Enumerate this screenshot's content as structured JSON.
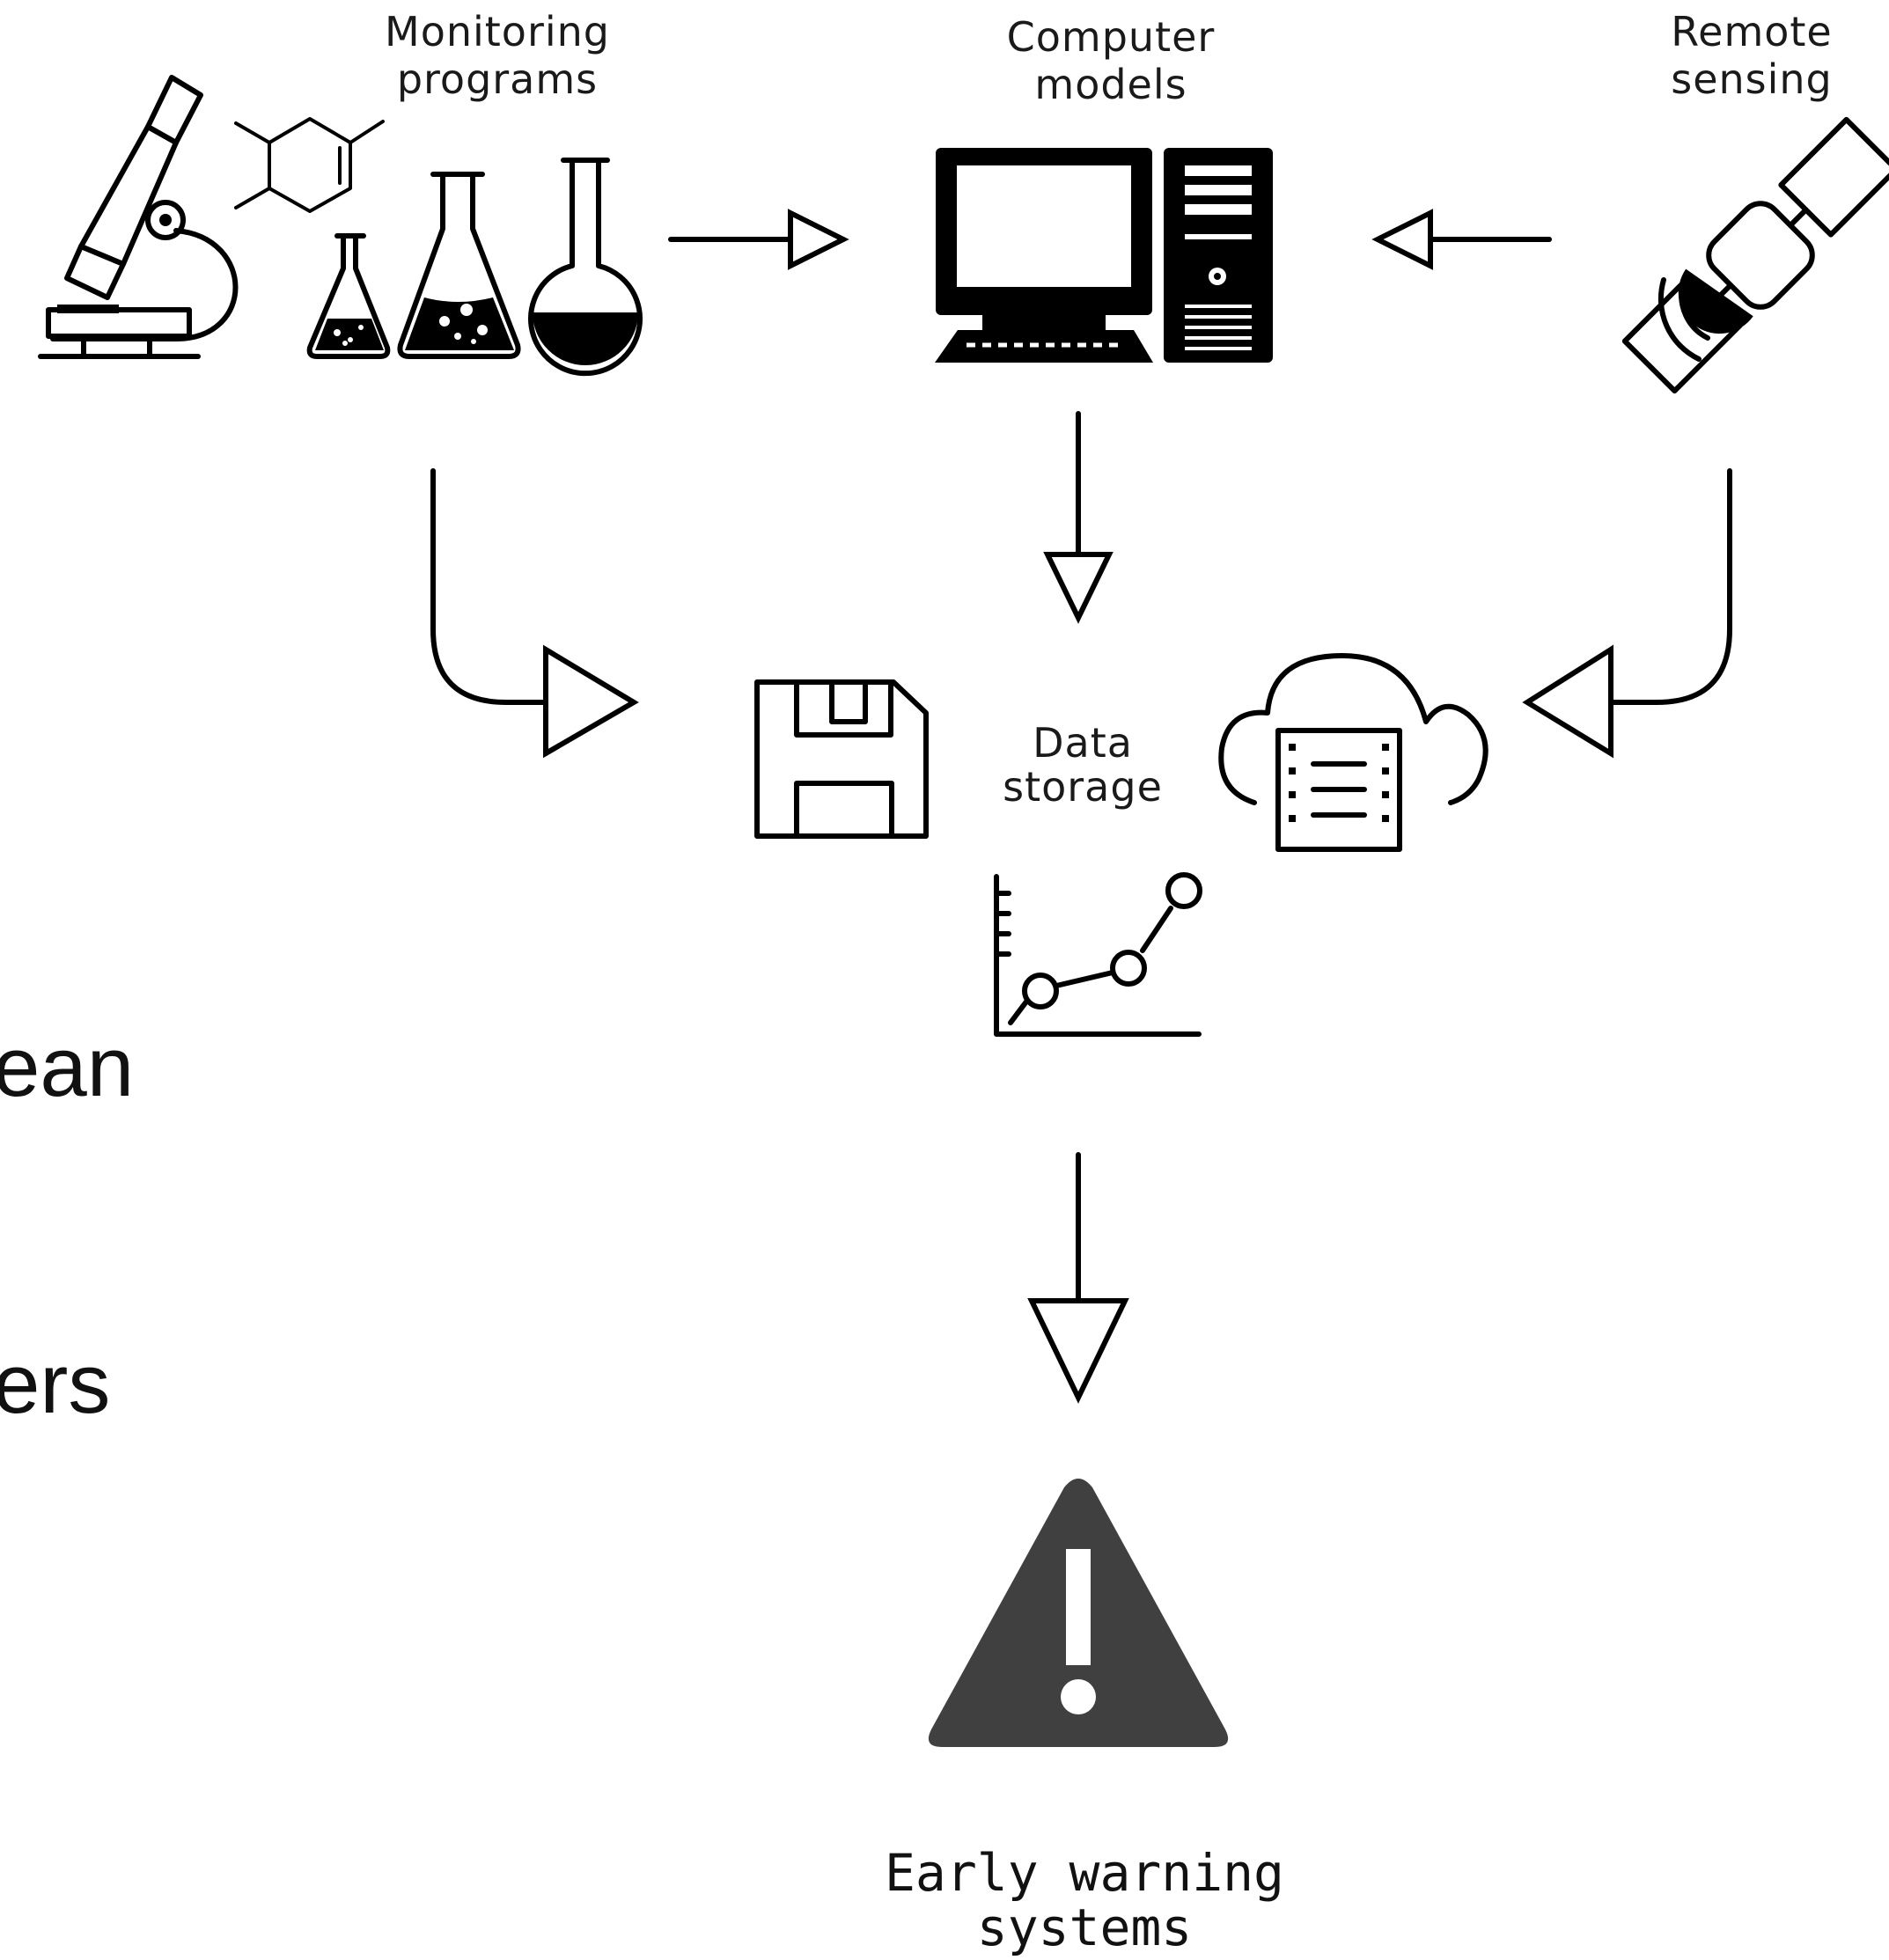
{
  "labels": {
    "monitoring_line1": "Monitoring",
    "monitoring_line2": "programs",
    "computer_line1": "Computer",
    "computer_line2": "models",
    "remote_line1": "Remote",
    "remote_line2": "sensing",
    "storage_line1": "Data",
    "storage_line2": "storage",
    "warning_line1": "Early warning",
    "warning_line2": "systems"
  },
  "background_fragments": {
    "fragment1": "ean",
    "fragment2": "ers"
  },
  "icons": [
    "microscope-icon",
    "molecule-icon",
    "small-flask-icon",
    "erlenmeyer-flask-icon",
    "round-flask-icon",
    "desktop-computer-icon",
    "satellite-icon",
    "floppy-disk-icon",
    "cloud-server-icon",
    "line-graph-icon",
    "warning-triangle-icon"
  ],
  "colors": {
    "warning_fill": "#404040",
    "line": "#000000",
    "background": "#ffffff"
  }
}
